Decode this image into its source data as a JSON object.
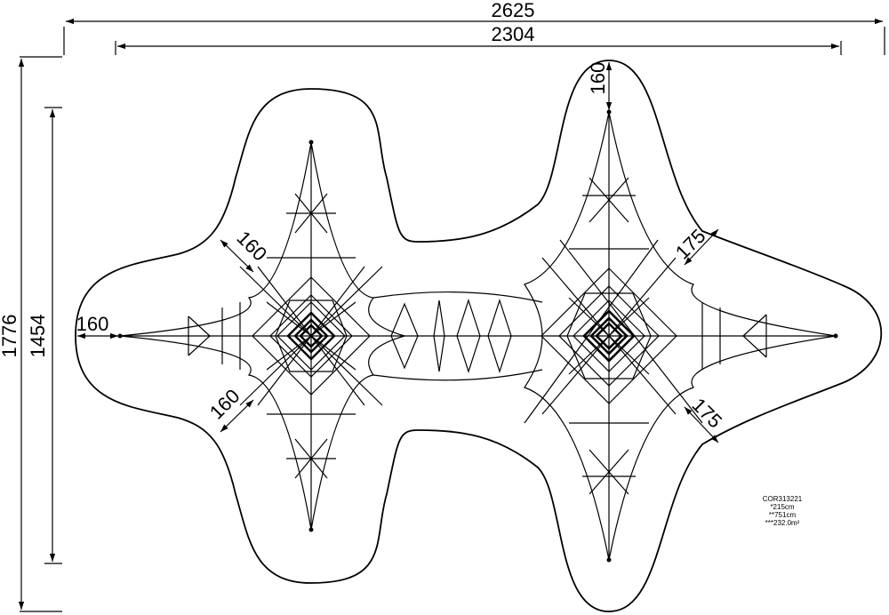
{
  "dimensions": {
    "overall_width": "2625",
    "inner_width": "2304",
    "overall_height": "1776",
    "inner_height": "1454"
  },
  "clearances": {
    "top": "160",
    "left": "160",
    "upper_left": "160",
    "lower_left": "160",
    "upper_right": "175",
    "lower_right": "175"
  },
  "info_block": {
    "code": "COR313221",
    "line1": "*215cm",
    "line2": "**751cm",
    "line3": "***232.0m²"
  },
  "colors": {
    "line": "#000000",
    "background": "#ffffff"
  }
}
